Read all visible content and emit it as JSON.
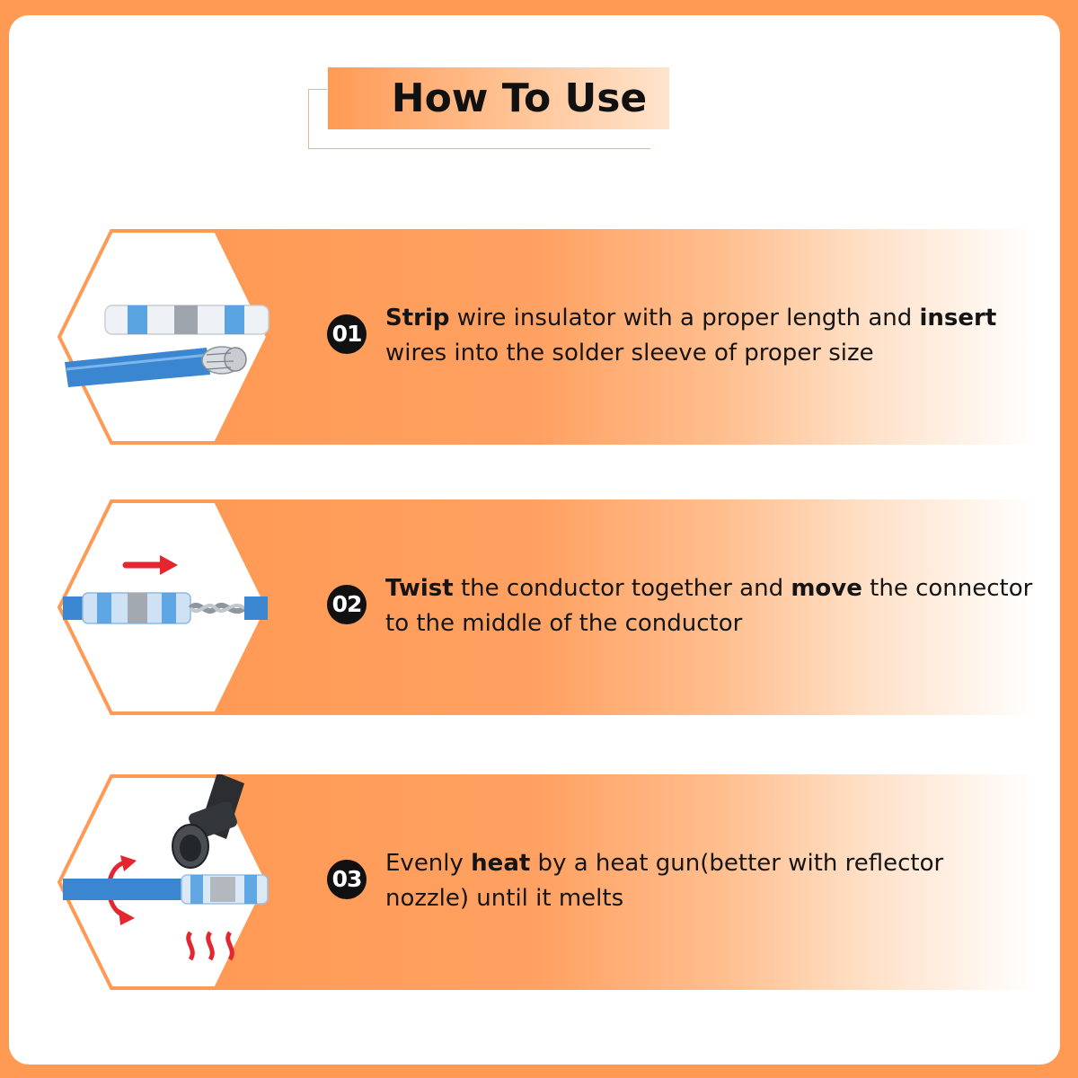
{
  "title": "How To Use",
  "colors": {
    "accent": "#ff9a55",
    "wire": "#3a86d0",
    "arrow": "#e5252f"
  },
  "steps": [
    {
      "number": "01",
      "illustration": "wire-and-solder-sleeve",
      "line1": [
        {
          "t": "Strip",
          "bold": true
        },
        {
          "t": " wire insulator with a proper length and ",
          "bold": false
        },
        {
          "t": "insert",
          "bold": true
        }
      ],
      "line2": [
        {
          "t": "wires into the solder sleeve of proper size",
          "bold": false
        }
      ]
    },
    {
      "number": "02",
      "illustration": "twisted-conductor-with-arrow",
      "line1": [
        {
          "t": "Twist",
          "bold": true
        },
        {
          "t": " the conductor together and ",
          "bold": false
        },
        {
          "t": "move",
          "bold": true
        },
        {
          "t": " the connector",
          "bold": false
        }
      ],
      "line2": [
        {
          "t": "to the middle of the conductor",
          "bold": false
        }
      ]
    },
    {
      "number": "03",
      "illustration": "heat-gun-on-sleeve",
      "line1": [
        {
          "t": "Evenly ",
          "bold": false
        },
        {
          "t": "heat",
          "bold": true
        },
        {
          "t": " by a heat gun(better with reflector",
          "bold": false
        }
      ],
      "line2": [
        {
          "t": "nozzle) until it melts",
          "bold": false
        }
      ]
    }
  ]
}
